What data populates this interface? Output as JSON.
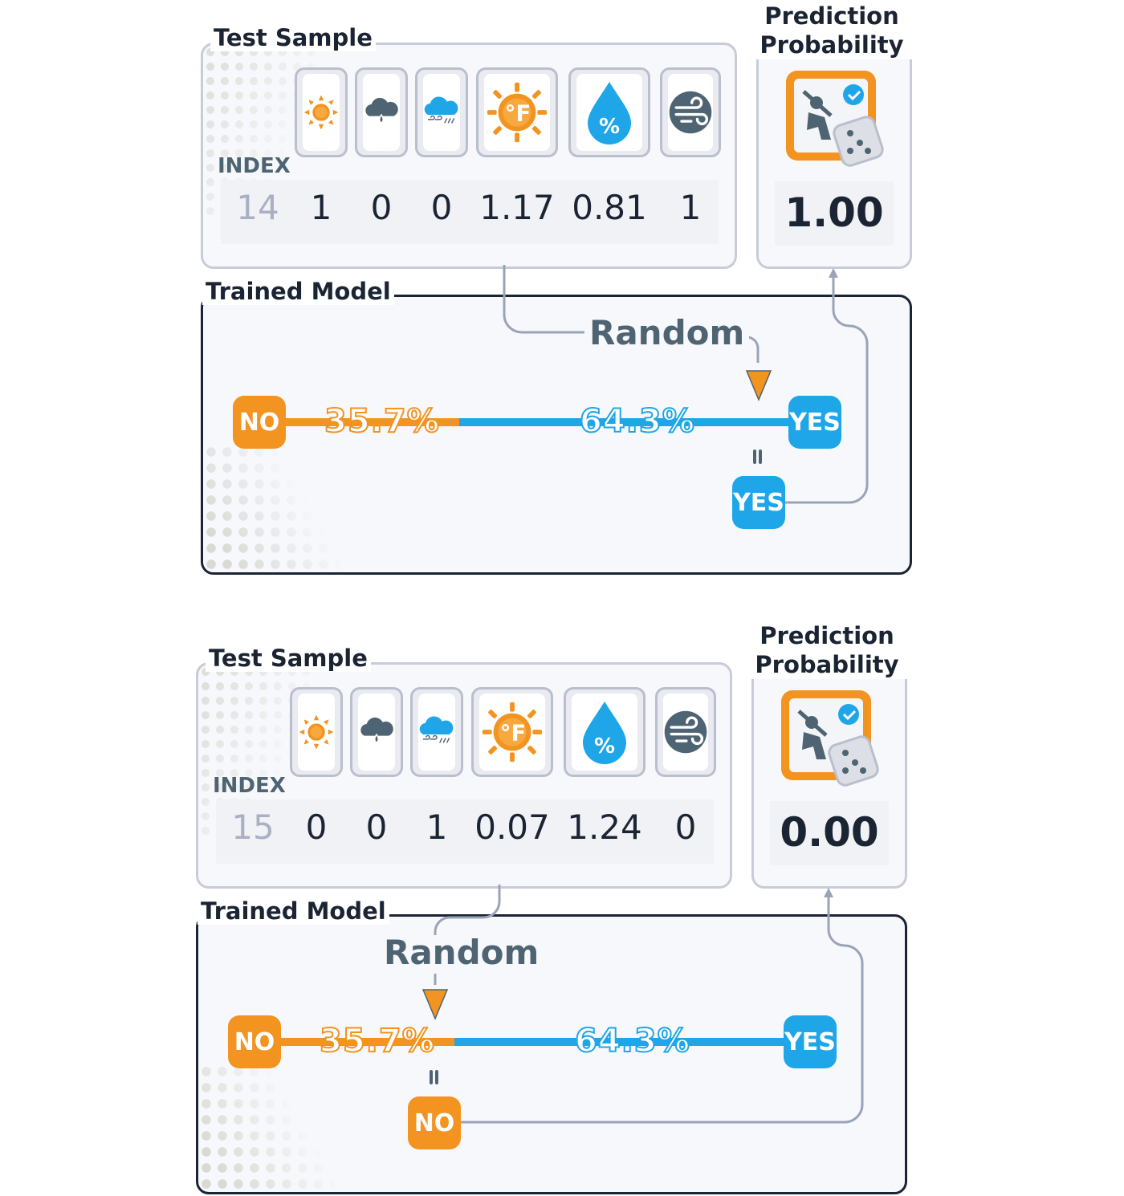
{
  "panels": [
    {
      "test_sample_title": "Test Sample",
      "index_label": "INDEX",
      "features": [
        {
          "icon": "sun-icon",
          "value": "1"
        },
        {
          "icon": "rain-cloud-icon",
          "value": "0"
        },
        {
          "icon": "windy-cloud-icon",
          "value": "0"
        },
        {
          "icon": "temperature-f-icon",
          "value": "1.17"
        },
        {
          "icon": "humidity-drop-icon",
          "value": "0.81"
        },
        {
          "icon": "wind-icon",
          "value": "1"
        }
      ],
      "index_value": "14",
      "prediction_title_line1": "Prediction",
      "prediction_title_line2": "Probability",
      "prediction_value": "1.00",
      "model_title": "Trained Model",
      "random_label": "Random",
      "no_label": "NO",
      "yes_label": "YES",
      "no_pct": "35.7%",
      "yes_pct": "64.3%",
      "random_position": 0.9,
      "result_label": "YES",
      "result_class": "yes"
    },
    {
      "test_sample_title": "Test Sample",
      "index_label": "INDEX",
      "features": [
        {
          "icon": "sun-icon",
          "value": "0"
        },
        {
          "icon": "rain-cloud-icon",
          "value": "0"
        },
        {
          "icon": "windy-cloud-icon",
          "value": "1"
        },
        {
          "icon": "temperature-f-icon",
          "value": "0.07"
        },
        {
          "icon": "humidity-drop-icon",
          "value": "1.24"
        },
        {
          "icon": "wind-icon",
          "value": "0"
        }
      ],
      "index_value": "15",
      "prediction_title_line1": "Prediction",
      "prediction_title_line2": "Probability",
      "prediction_value": "0.00",
      "model_title": "Trained Model",
      "random_label": "Random",
      "no_label": "NO",
      "yes_label": "YES",
      "no_pct": "35.7%",
      "yes_pct": "64.3%",
      "random_position": 0.36,
      "result_label": "NO",
      "result_class": "no"
    }
  ],
  "colors": {
    "orange": "#f39320",
    "blue": "#1fa6e8",
    "slate": "#4f6472",
    "dark": "#1a2433",
    "border": "#c7ccd8"
  }
}
